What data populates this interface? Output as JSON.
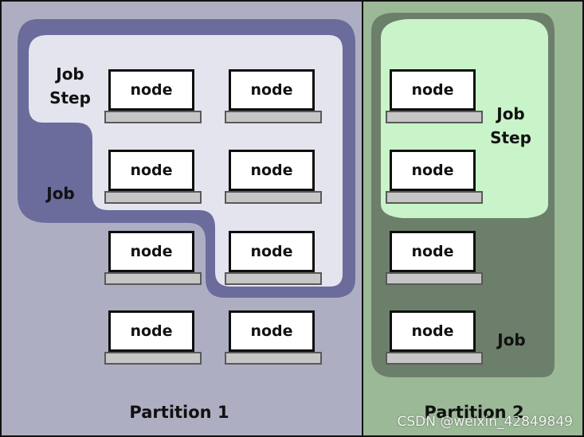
{
  "partitions": [
    {
      "label": "Partition 1",
      "job_label": "Job",
      "job_step_label": [
        "Job",
        "Step"
      ],
      "nodes": [
        "node",
        "node",
        "node",
        "node",
        "node",
        "node",
        "node",
        "node"
      ]
    },
    {
      "label": "Partition 2",
      "job_label": "Job",
      "job_step_label": [
        "Job",
        "Step"
      ],
      "nodes": [
        "node",
        "node",
        "node",
        "node"
      ]
    }
  ],
  "watermark": "CSDN @weixin_42849849",
  "colors": {
    "partition1_bg": "#aeaec2",
    "job1_fill": "#6b6b9c",
    "jobstep1_fill": "#e4e4ef",
    "partition2_bg": "#9bb997",
    "job2_fill": "#6c7f6a",
    "jobstep2_fill": "#c9f3c9"
  }
}
